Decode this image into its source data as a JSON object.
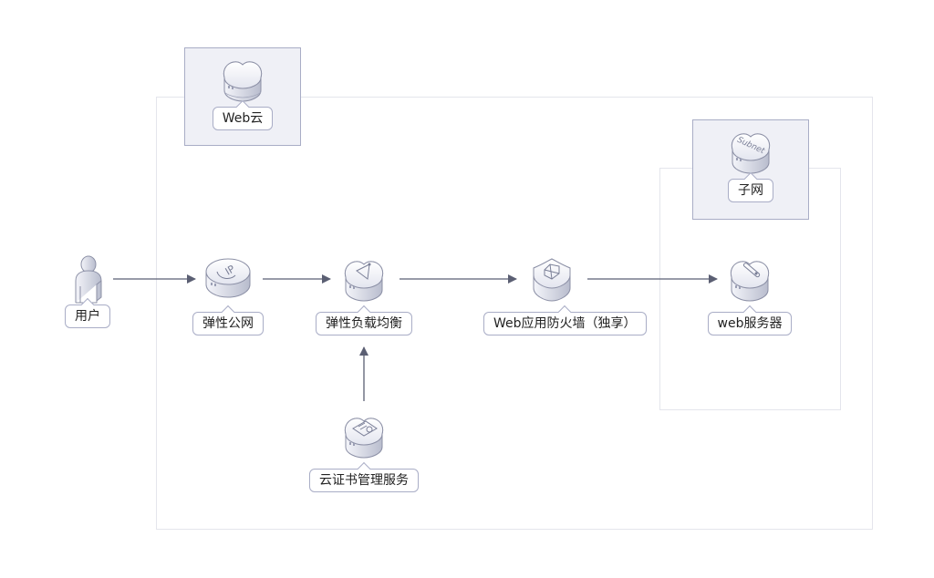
{
  "diagram": {
    "type": "architecture",
    "groups": {
      "web_cloud": {
        "label": "Web云",
        "icon": "cloud-icon"
      },
      "subnet": {
        "label": "子网",
        "icon": "subnet-icon",
        "icon_text": "Subnet"
      }
    },
    "nodes": {
      "user": {
        "label": "用户",
        "icon": "user-icon"
      },
      "eip": {
        "label": "弹性公网",
        "icon": "elastic-ip-icon",
        "icon_text": "IP"
      },
      "elb": {
        "label": "弹性负载均衡",
        "icon": "load-balancer-icon"
      },
      "waf": {
        "label": "Web应用防火墙（独享）",
        "icon": "firewall-shield-icon"
      },
      "web_server": {
        "label": "web服务器",
        "icon": "web-server-icon"
      },
      "ccm": {
        "label": "云证书管理服务",
        "icon": "certificate-icon"
      }
    },
    "edges": [
      {
        "from": "user",
        "to": "eip"
      },
      {
        "from": "eip",
        "to": "elb"
      },
      {
        "from": "elb",
        "to": "waf"
      },
      {
        "from": "waf",
        "to": "web_server"
      },
      {
        "from": "ccm",
        "to": "elb"
      }
    ],
    "colors": {
      "line": "#5b5f73",
      "group_border": "#a9adc6",
      "group_fill": "#eff0f6",
      "region_border": "#e4e5ec"
    }
  }
}
